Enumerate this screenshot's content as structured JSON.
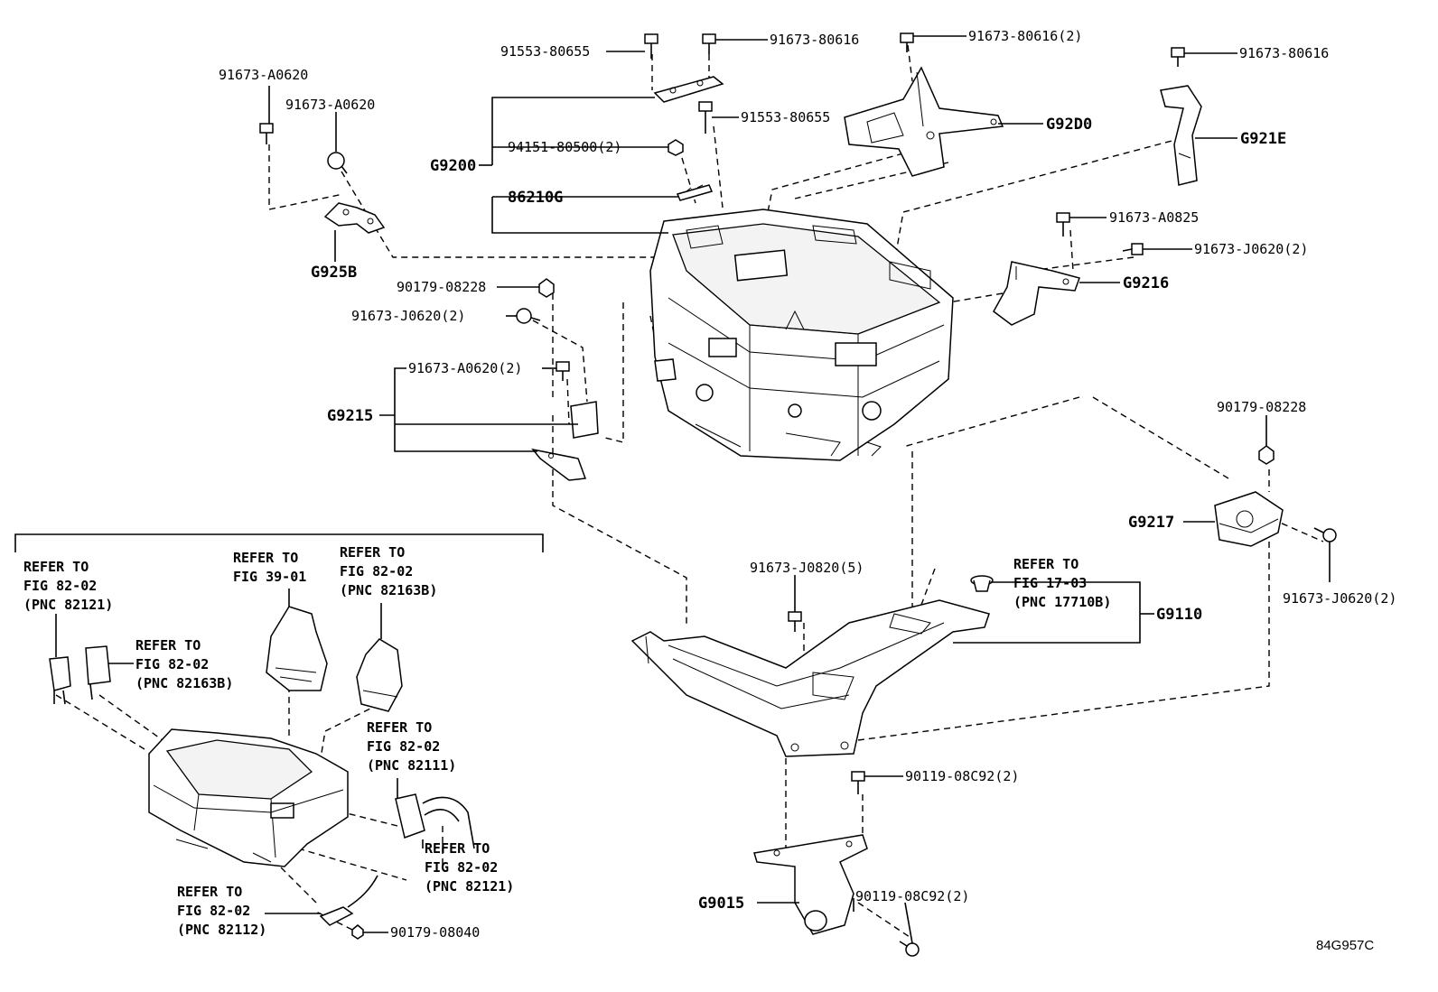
{
  "labels": {
    "p_91553_80655_top": "91553-80655",
    "p_91673_80616_a": "91673-80616",
    "p_91673_80616_2": "91673-80616(2)",
    "p_91673_80616_b": "91673-80616",
    "p_91673_A0620_a": "91673-A0620",
    "p_91673_A0620_b": "91673-A0620",
    "p_91553_80655_mid": "91553-80655",
    "p_94151_80500": "94151-80500(2)",
    "p_91673_A0825": "91673-A0825",
    "p_91673_J0620_2_right": "91673-J0620(2)",
    "p_90179_08228_left": "90179-08228",
    "p_91673_J0620_2_left": "91673-J0620(2)",
    "p_91673_A0620_2": "91673-A0620(2)",
    "p_90179_08228_right": "90179-08228",
    "p_91673_J0820_5": "91673-J0820(5)",
    "p_91673_J0620_2_lower": "91673-J0620(2)",
    "p_90119_08C92_a": "90119-08C92(2)",
    "p_90119_08C92_b": "90119-08C92(2)",
    "p_90179_08040": "90179-08040",
    "c_G9200": "G9200",
    "c_86210G": "86210G",
    "c_G92D0": "G92D0",
    "c_G921E": "G921E",
    "c_G925B": "G925B",
    "c_G9216": "G9216",
    "c_G9215": "G9215",
    "c_G9217": "G9217",
    "c_G9110": "G9110",
    "c_G9015": "G9015",
    "figure_id": "84G957C"
  },
  "refs": [
    {
      "id": "ref-82121-a",
      "lines": [
        "REFER TO",
        "FIG 82-02",
        "(PNC 82121)"
      ]
    },
    {
      "id": "ref-82163b-a",
      "lines": [
        "REFER TO",
        "FIG 82-02",
        "(PNC 82163B)"
      ]
    },
    {
      "id": "ref-39-01",
      "lines": [
        "REFER TO",
        "FIG 39-01"
      ]
    },
    {
      "id": "ref-82163b-b",
      "lines": [
        "REFER TO",
        "FIG 82-02",
        "(PNC 82163B)"
      ]
    },
    {
      "id": "ref-82111",
      "lines": [
        "REFER TO",
        "FIG 82-02",
        "(PNC 82111)"
      ]
    },
    {
      "id": "ref-82121-b",
      "lines": [
        "REFER TO",
        "FIG 82-02",
        "(PNC 82121)"
      ]
    },
    {
      "id": "ref-82112",
      "lines": [
        "REFER TO",
        "FIG 82-02",
        "(PNC 82112)"
      ]
    },
    {
      "id": "ref-17-03",
      "lines": [
        "REFER TO",
        "FIG 17-03",
        "(PNC 17710B)"
      ]
    }
  ]
}
